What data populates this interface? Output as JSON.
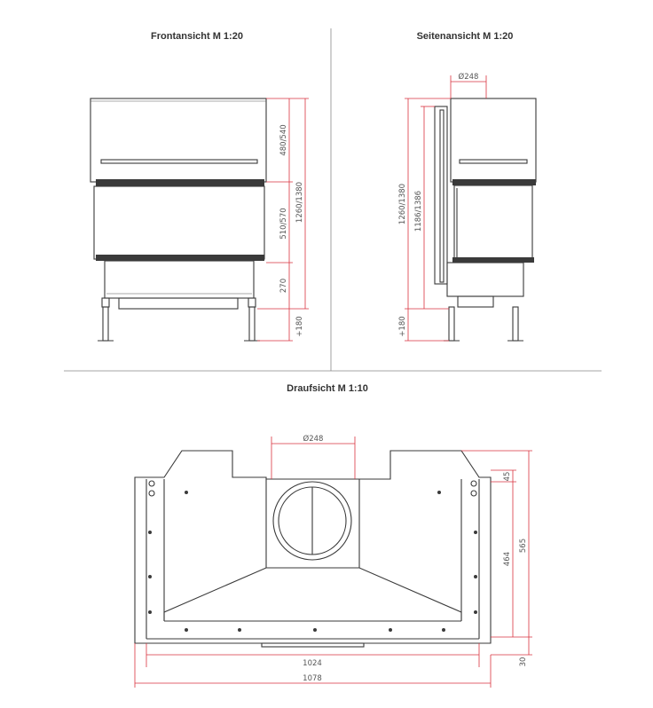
{
  "views": {
    "front": {
      "title": "Frontansicht M 1:20",
      "dims": [
        "480/540",
        "510/570",
        "1260/1380",
        "270",
        "+180"
      ]
    },
    "side": {
      "title": "Seitenansicht M 1:20",
      "dims": [
        "Ø248",
        "1260/1380",
        "1186/1386",
        "+180"
      ]
    },
    "top": {
      "title": "Draufsicht M 1:10",
      "dims": [
        "Ø248",
        "45",
        "464",
        "565",
        "1024",
        "1078",
        "30"
      ]
    }
  },
  "colors": {
    "line": "#3a3a3a",
    "dimension": "#d9333f",
    "separator": "#888888"
  }
}
